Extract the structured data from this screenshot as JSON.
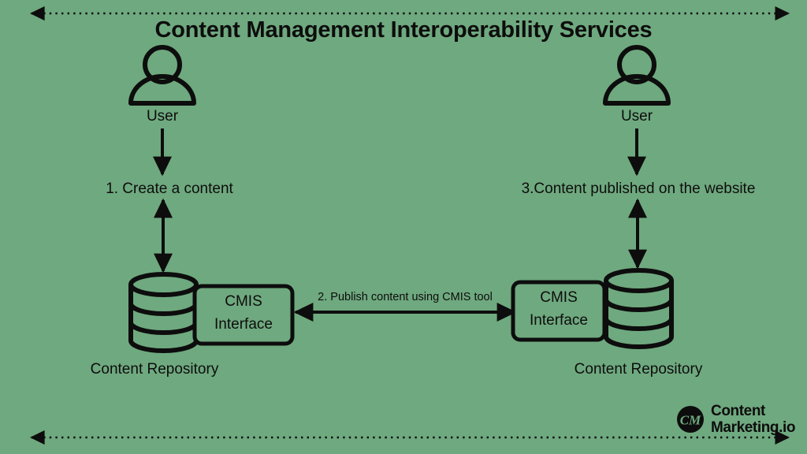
{
  "diagram": {
    "title": "Content Management Interoperability Services",
    "background_color": "#6fa97f",
    "stroke_color": "#0d0d0d",
    "left": {
      "user_label": "User",
      "step_label": "1. Create a content",
      "interface_line1": "CMIS",
      "interface_line2": "Interface",
      "repository_label": "Content Repository"
    },
    "right": {
      "user_label": "User",
      "step_label": "3.Content published on the website",
      "interface_line1": "CMIS",
      "interface_line2": "Interface",
      "repository_label": "Content Repository"
    },
    "middle": {
      "step_label": "2. Publish content using CMIS tool"
    }
  },
  "branding": {
    "monogram": "CM",
    "line1": "Content",
    "line2": "Marketing.io"
  }
}
